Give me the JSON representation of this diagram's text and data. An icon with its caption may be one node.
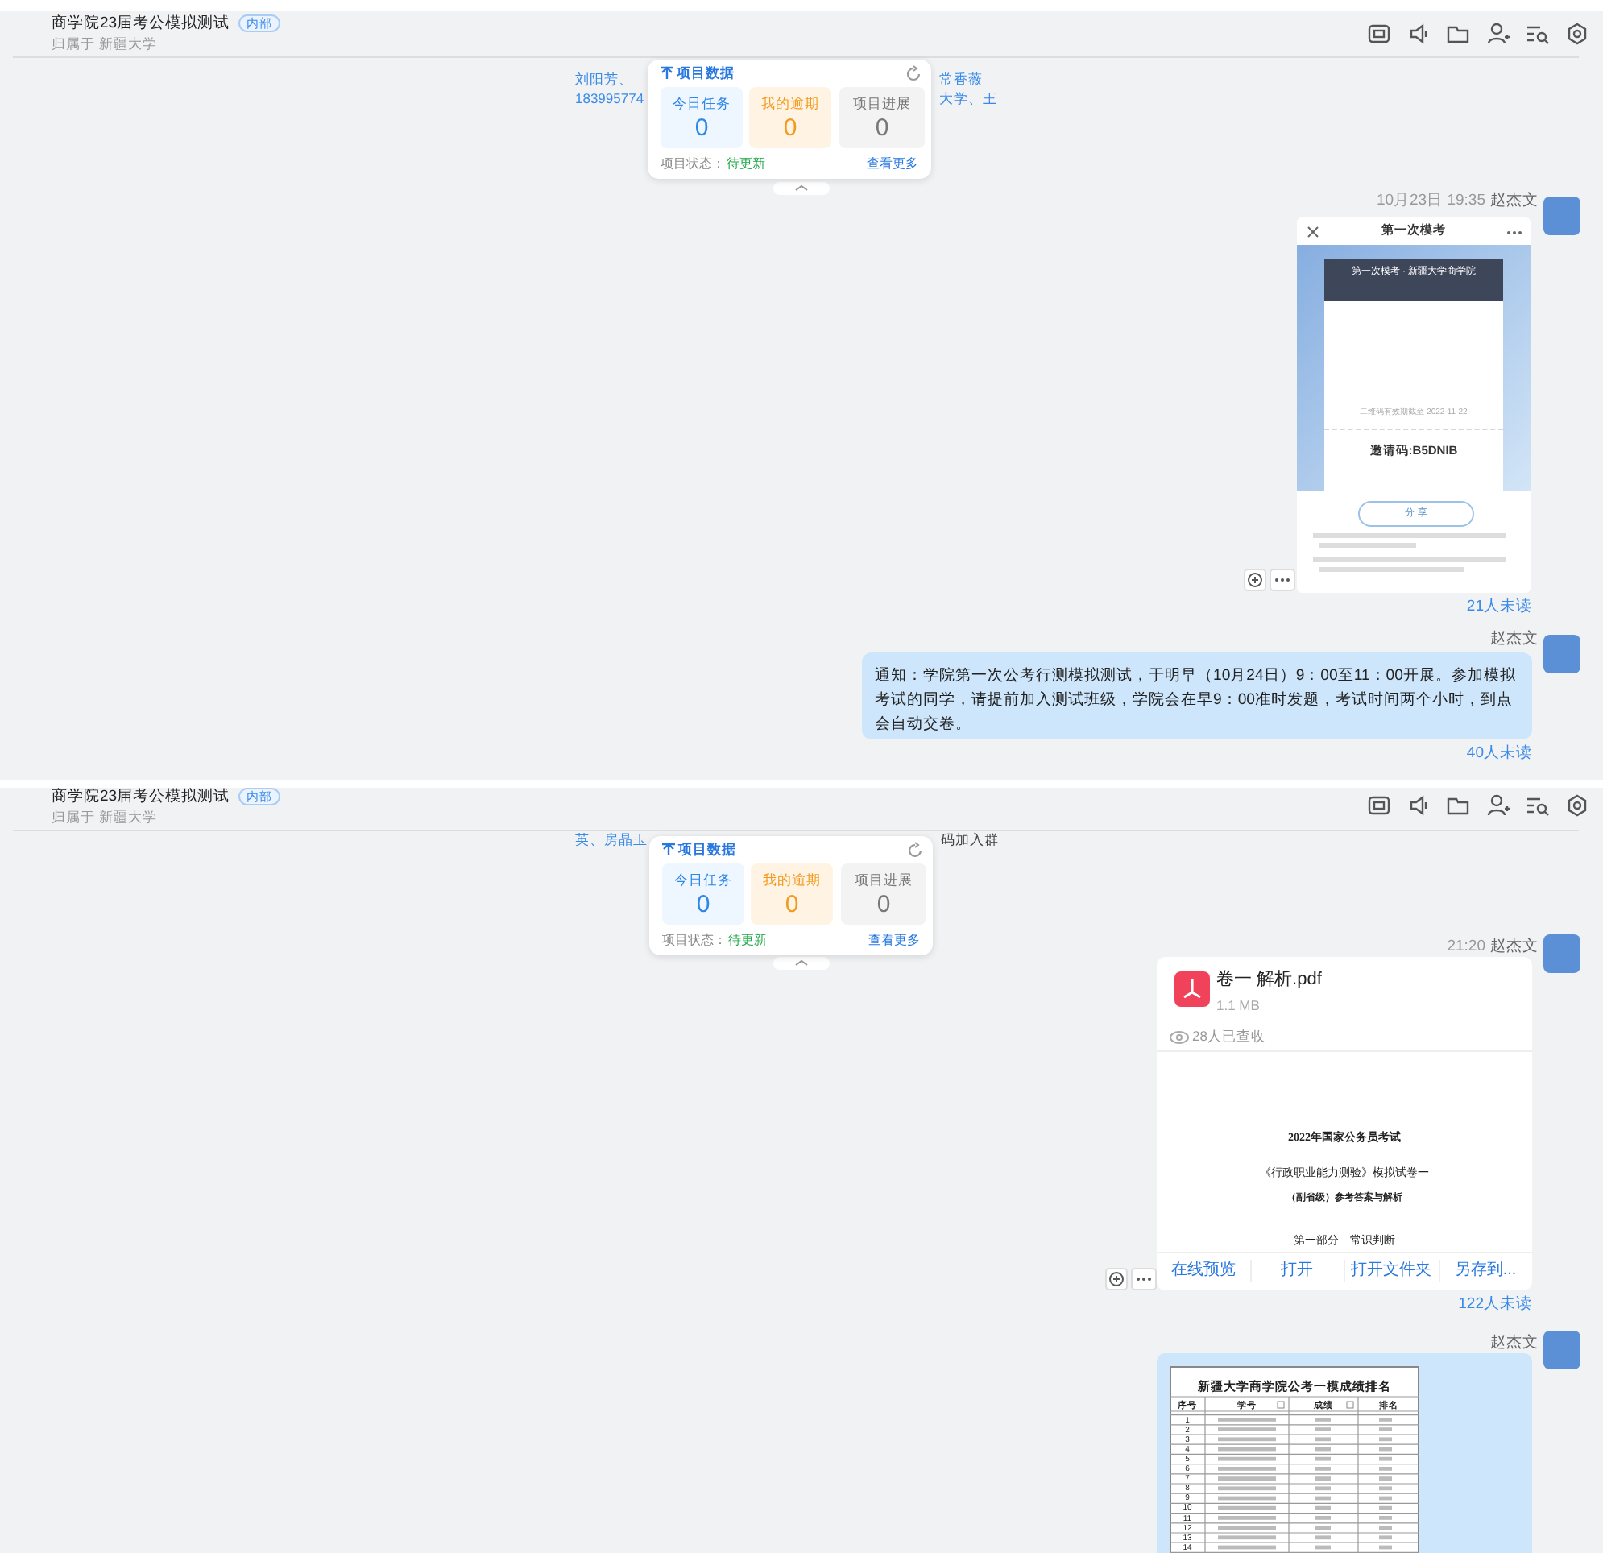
{
  "diagram": {
    "nodes": [
      {
        "text": [
          "商学院23届考公模拟测试",
          "内部",
          "归属于 新疆大学"
        ]
      },
      {
        "text": [
          "项目数据",
          "项目状态：",
          "待更新",
          "查看更多"
        ]
      },
      {
        "text": [
          "今日任务",
          "0"
        ],
        "in": 1
      },
      {
        "text": [
          "我的逾期",
          "0"
        ],
        "in": 1
      },
      {
        "text": [
          "项目进展",
          "0"
        ],
        "in": 1
      },
      {
        "text": [
          "第一次模考",
          "第一次模考 · 新疆大学商学院",
          "二维码有效期截至 2022-11-22",
          "邀请码:B5DNIB",
          "分 享"
        ]
      },
      {
        "text": [
          "通知：学院第一次公考行测模拟测试，于明早（10月24日）9：00至11：00开展。参加模拟考试的同学，请提前加入测试班级，学院会在早9：00准时发题，考试时间两个小时，到点会自动交卷。"
        ]
      },
      {
        "text": [
          "商学院23届考公模拟测试",
          "内部",
          "归属于 新疆大学"
        ]
      },
      {
        "text": [
          "项目数据",
          "项目状态：",
          "待更新",
          "查看更多"
        ]
      },
      {
        "text": [
          "今日任务",
          "0"
        ],
        "in": 8
      },
      {
        "text": [
          "我的逾期",
          "0"
        ],
        "in": 8
      },
      {
        "text": [
          "项目进展",
          "0"
        ],
        "in": 8
      },
      {
        "text": [
          "卷一 解析.pdf",
          "1.1 MB",
          "28人已查收",
          "2022年国家公务员考试",
          "《行政职业能力测验》模拟试卷一",
          "（副省级）参考答案与解析",
          "第一部分　常识判断"
        ]
      },
      {
        "text": [
          "在线预览"
        ],
        "in": 12
      },
      {
        "text": [
          "打开"
        ],
        "in": 12
      },
      {
        "text": [
          "打开文件夹"
        ],
        "in": 12
      },
      {
        "text": [
          "另存到..."
        ],
        "in": 12
      },
      {
        "text": [
          "新疆大学商学院公考一模成绩排名",
          "序号",
          "学号",
          "成绩",
          "排名",
          "1",
          "2",
          "3",
          "4",
          "5",
          "6",
          "7",
          "8",
          "9",
          "10",
          "11",
          "12",
          "13",
          "14"
        ]
      }
    ],
    "labels": [
      "10月23日 19:35",
      "赵杰文",
      "21人未读",
      "赵杰文",
      "40人未读",
      "21:20",
      "赵杰文",
      "122人未读",
      "赵杰文",
      "刘阳芳、",
      "183995774",
      "常香薇",
      "大学、王",
      "英、房晶玉",
      "码加入群"
    ]
  }
}
